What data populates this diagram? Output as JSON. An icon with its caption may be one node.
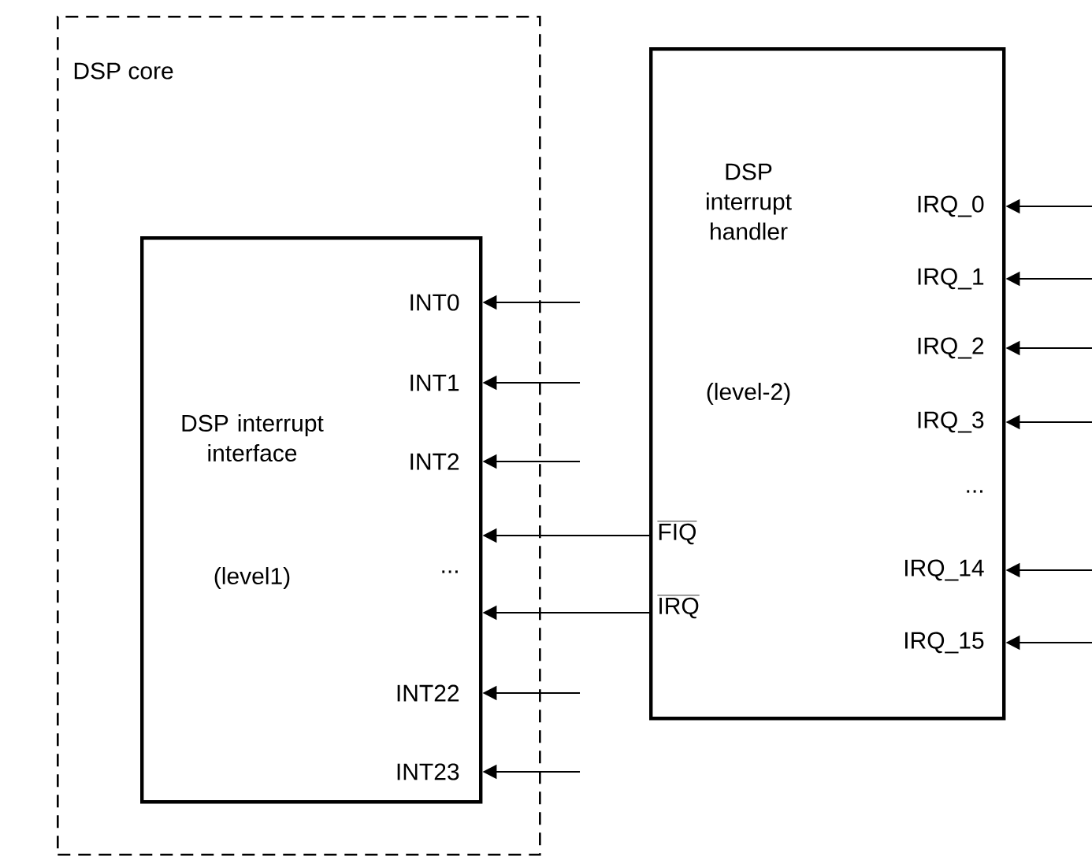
{
  "diagram": {
    "nodes": [
      {
        "text": [
          "DSP core"
        ]
      },
      {
        "text": [
          "DSP interrupt interface",
          "(level1)"
        ],
        "in": 0
      },
      {
        "text": [
          "DSP interrupt handler",
          "(level-2)"
        ]
      }
    ],
    "edges": [
      {
        "from": null,
        "to": 1,
        "arrow": "to"
      },
      {
        "from": null,
        "to": 1,
        "arrow": "to"
      },
      {
        "from": null,
        "to": 1,
        "arrow": "to"
      },
      {
        "from": 2,
        "to": 1,
        "arrow": "to"
      },
      {
        "from": 2,
        "to": 1,
        "arrow": "to"
      },
      {
        "from": null,
        "to": 1,
        "arrow": "to"
      },
      {
        "from": null,
        "to": 1,
        "arrow": "to"
      },
      {
        "from": null,
        "to": 2,
        "arrow": "to"
      },
      {
        "from": null,
        "to": 2,
        "arrow": "to"
      },
      {
        "from": null,
        "to": 2,
        "arrow": "to"
      },
      {
        "from": null,
        "to": 2,
        "arrow": "to"
      },
      {
        "from": null,
        "to": 2,
        "arrow": "to"
      },
      {
        "from": null,
        "to": 2,
        "arrow": "to"
      }
    ],
    "labels": [
      "IRQ_0",
      "IRQ_1",
      "INT0",
      "IRQ_2",
      "INT1",
      "IRQ_3",
      "INT2",
      "...",
      "FIQ",
      "...",
      "IRQ_14",
      "IRQ",
      "IRQ_15",
      "INT22",
      "INT23"
    ]
  }
}
